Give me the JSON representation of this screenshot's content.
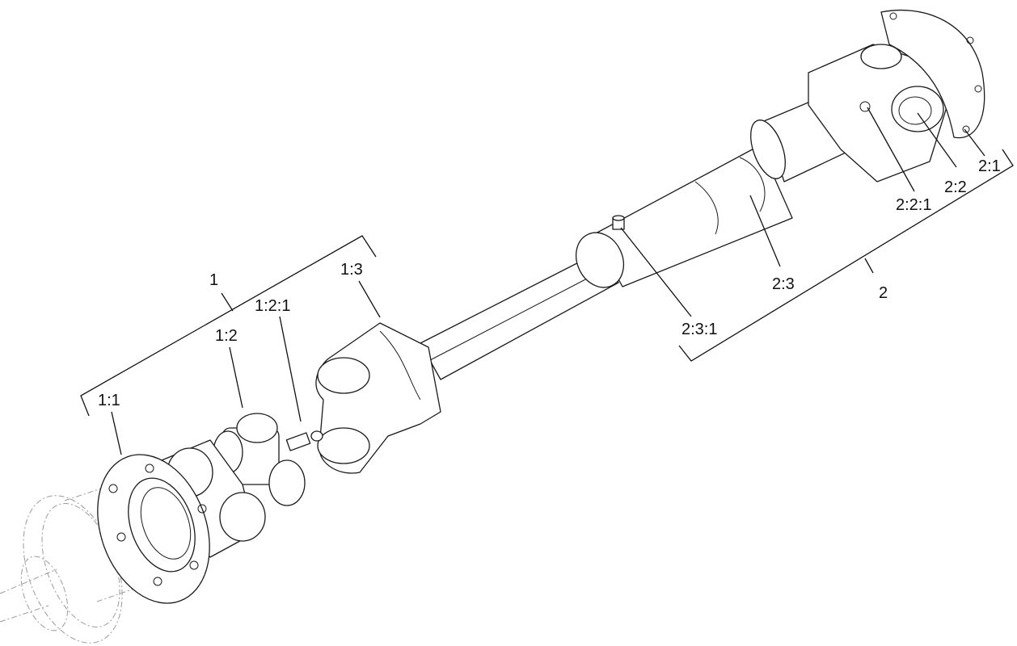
{
  "labels": {
    "group1": "1",
    "l1_1": "1:1",
    "l1_2": "1:2",
    "l1_2_1": "1:2:1",
    "l1_3": "1:3",
    "group2": "2",
    "l2_1": "2:1",
    "l2_2": "2:2",
    "l2_2_1": "2:2:1",
    "l2_3": "2:3",
    "l2_3_1": "2:3:1"
  }
}
